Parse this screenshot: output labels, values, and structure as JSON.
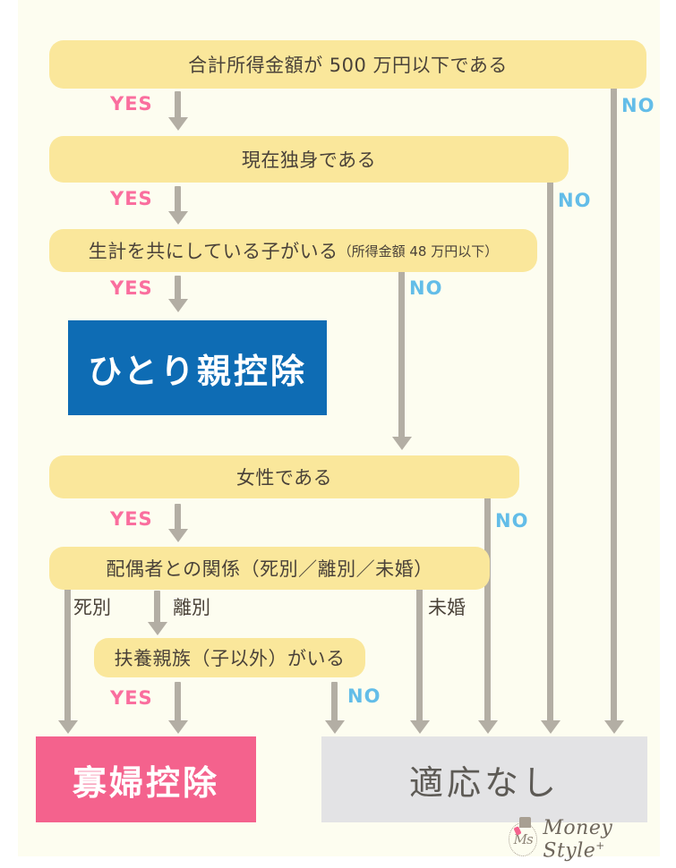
{
  "meta": {
    "colors": {
      "background": "#fdfdf0",
      "question_box": "#fae79b",
      "connector": "#b3aea4",
      "yes_label": "#fa6e9e",
      "no_label": "#63bde8",
      "result_blue": "#0e6cb4",
      "result_pink": "#f4628d",
      "result_gray": "#e3e3e5",
      "text_dark": "#4a4239"
    }
  },
  "nodes": {
    "q1": {
      "text": "合計所得金額が 500 万円以下である"
    },
    "q2": {
      "text": "現在独身である"
    },
    "q3": {
      "main": "生計を共にしている子がいる",
      "sub": "（所得金額 48 万円以下）"
    },
    "q4": {
      "text": "女性である"
    },
    "q5": {
      "text": "配偶者との関係（死別／離別／未婚）"
    },
    "q6": {
      "text": "扶養親族（子以外）がいる"
    },
    "r_hitorioya": {
      "text": "ひとり親控除"
    },
    "r_kafu": {
      "text": "寡婦控除"
    },
    "r_none": {
      "text": "適応なし"
    }
  },
  "labels": {
    "yes": "YES",
    "no": "NO",
    "shibetsu": "死別",
    "ribetsu": "離別",
    "mikon": "未婚"
  },
  "edges": [
    {
      "id": "q1-yes",
      "label": "YES",
      "from": "q1",
      "to": "q2"
    },
    {
      "id": "q1-no",
      "label": "NO",
      "from": "q1",
      "to": "r_none"
    },
    {
      "id": "q2-yes",
      "label": "YES",
      "from": "q2",
      "to": "q3"
    },
    {
      "id": "q2-no",
      "label": "NO",
      "from": "q2",
      "to": "r_none"
    },
    {
      "id": "q3-yes",
      "label": "YES",
      "from": "q3",
      "to": "r_hitorioya"
    },
    {
      "id": "q3-no",
      "label": "NO",
      "from": "q3",
      "to": "q4"
    },
    {
      "id": "q4-yes",
      "label": "YES",
      "from": "q4",
      "to": "q5"
    },
    {
      "id": "q4-no",
      "label": "NO",
      "from": "q4",
      "to": "r_none"
    },
    {
      "id": "q5-shibetsu",
      "label": "死別",
      "from": "q5",
      "to": "r_kafu"
    },
    {
      "id": "q5-ribetsu",
      "label": "離別",
      "from": "q5",
      "to": "q6"
    },
    {
      "id": "q5-mikon",
      "label": "未婚",
      "from": "q5",
      "to": "r_none"
    },
    {
      "id": "q6-yes",
      "label": "YES",
      "from": "q6",
      "to": "r_kafu"
    },
    {
      "id": "q6-no",
      "label": "NO",
      "from": "q6",
      "to": "r_none"
    }
  ],
  "logo": {
    "emblem_text": "Ms",
    "wordmark": "Money Style",
    "wordmark_sup": "+"
  }
}
